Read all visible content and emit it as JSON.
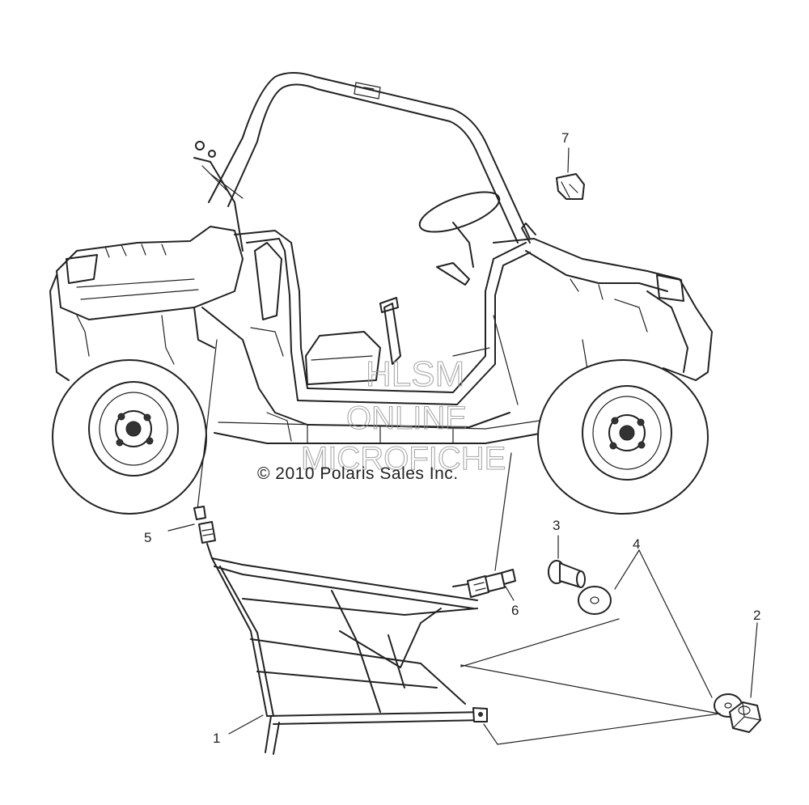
{
  "copyright": "© 2010 Polaris Sales Inc.",
  "watermark": {
    "line1": "HLSM",
    "line2": "ONLINE",
    "line3": "MICROFICHE"
  },
  "callouts": [
    {
      "id": "1",
      "label": "1"
    },
    {
      "id": "2",
      "label": "2"
    },
    {
      "id": "3",
      "label": "3"
    },
    {
      "id": "4",
      "label": "4"
    },
    {
      "id": "5",
      "label": "5"
    },
    {
      "id": "6",
      "label": "6"
    },
    {
      "id": "7",
      "label": "7"
    }
  ]
}
